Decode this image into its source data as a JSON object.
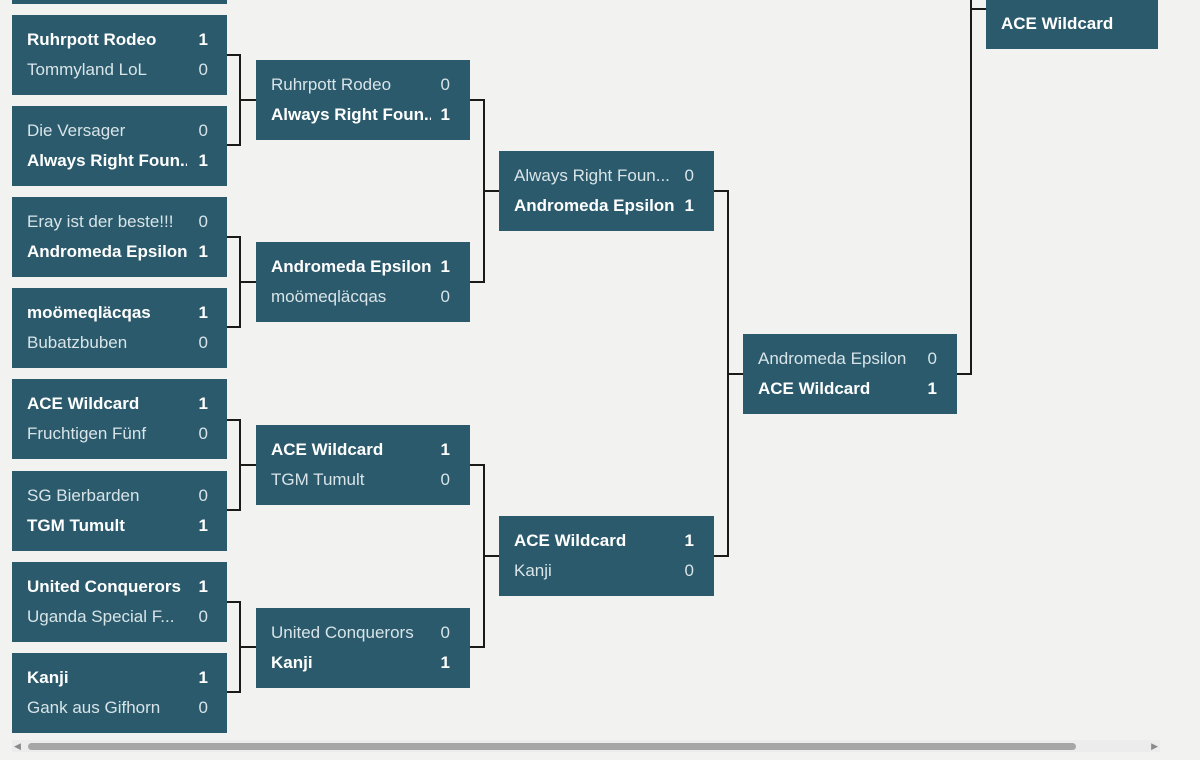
{
  "colors": {
    "background": "#f2f2f0",
    "match_box": "#2a5a6b",
    "connector": "#1a1a1a",
    "loser_text": "#d8e4e8",
    "winner_text": "#ffffff"
  },
  "rounds": {
    "round1": [
      {
        "top": {
          "name": "Ruhrpott Rodeo",
          "score": "1"
        },
        "bottom": {
          "name": "Tommyland LoL",
          "score": "0"
        }
      },
      {
        "top": {
          "name": "Die Versager",
          "score": "0"
        },
        "bottom": {
          "name": "Always Right Foun...",
          "score": "1"
        }
      },
      {
        "top": {
          "name": "Eray ist der beste!!!",
          "score": "0"
        },
        "bottom": {
          "name": "Andromeda Epsilon",
          "score": "1"
        }
      },
      {
        "top": {
          "name": "moömeqläcqas",
          "score": "1"
        },
        "bottom": {
          "name": "Bubatzbuben",
          "score": "0"
        }
      },
      {
        "top": {
          "name": "ACE Wildcard",
          "score": "1"
        },
        "bottom": {
          "name": "Fruchtigen Fünf",
          "score": "0"
        }
      },
      {
        "top": {
          "name": "SG Bierbarden",
          "score": "0"
        },
        "bottom": {
          "name": "TGM Tumult",
          "score": "1"
        }
      },
      {
        "top": {
          "name": "United Conquerors",
          "score": "1"
        },
        "bottom": {
          "name": "Uganda Special F...",
          "score": "0"
        }
      },
      {
        "top": {
          "name": "Kanji",
          "score": "1"
        },
        "bottom": {
          "name": "Gank aus Gifhorn",
          "score": "0"
        }
      }
    ],
    "round2": [
      {
        "top": {
          "name": "Ruhrpott Rodeo",
          "score": "0"
        },
        "bottom": {
          "name": "Always Right Foun...",
          "score": "1"
        }
      },
      {
        "top": {
          "name": "Andromeda Epsilon",
          "score": "1"
        },
        "bottom": {
          "name": "moömeqläcqas",
          "score": "0"
        }
      },
      {
        "top": {
          "name": "ACE Wildcard",
          "score": "1"
        },
        "bottom": {
          "name": "TGM Tumult",
          "score": "0"
        }
      },
      {
        "top": {
          "name": "United Conquerors",
          "score": "0"
        },
        "bottom": {
          "name": "Kanji",
          "score": "1"
        }
      }
    ],
    "round3": [
      {
        "top": {
          "name": "Always Right Foun...",
          "score": "0"
        },
        "bottom": {
          "name": "Andromeda Epsilon",
          "score": "1"
        }
      },
      {
        "top": {
          "name": "ACE Wildcard",
          "score": "1"
        },
        "bottom": {
          "name": "Kanji",
          "score": "0"
        }
      }
    ],
    "round4": [
      {
        "top": {
          "name": "Andromeda Epsilon",
          "score": "0"
        },
        "bottom": {
          "name": "ACE Wildcard",
          "score": "1"
        }
      }
    ],
    "round5": [
      {
        "bottom": {
          "name": "ACE Wildcard"
        }
      }
    ]
  },
  "scrollbar": {
    "left_arrow": "◀",
    "right_arrow": "▶"
  }
}
